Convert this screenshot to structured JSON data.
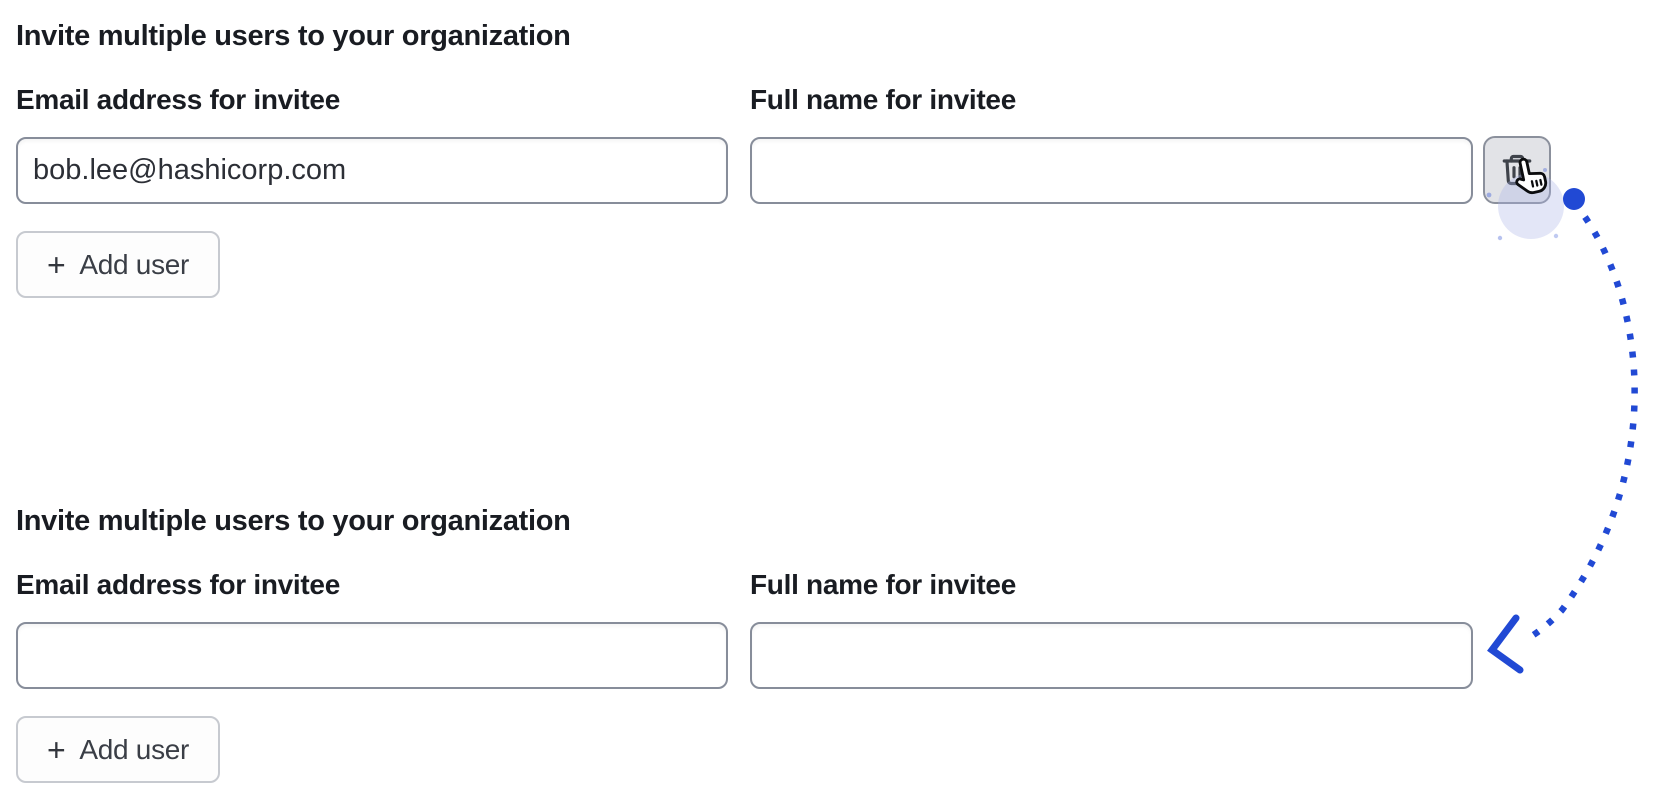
{
  "page": {
    "kind": "invite-users-form-annotated-screenshot"
  },
  "sections": [
    {
      "heading": "Invite multiple users to your organization",
      "email_label": "Email address for invitee",
      "email_value": "bob.lee@hashicorp.com",
      "name_label": "Full name for invitee",
      "name_value": "",
      "add_user_icon": "+",
      "add_user_label": "Add user",
      "delete_icon": "trash-icon",
      "has_delete_button": true
    },
    {
      "heading": "Invite multiple users to your organization",
      "email_label": "Email address for invitee",
      "email_value": "",
      "name_label": "Full name for invitee",
      "name_value": "",
      "add_user_icon": "+",
      "add_user_label": "Add user",
      "has_delete_button": false
    }
  ],
  "annotation": {
    "type": "click-cursor-with-dotted-arrow",
    "meaning": "clicking trash button removes row, form returns to empty state below",
    "accent_color": "#2149d4",
    "halo_color": "#aab4e8"
  },
  "colors": {
    "text": "#191c22",
    "input_border": "#878d9a",
    "trash_button_bg": "#e2e3e7",
    "trash_button_border": "#8b909c",
    "add_user_border": "#c7cad0",
    "annotation_blue": "#2149d4"
  }
}
